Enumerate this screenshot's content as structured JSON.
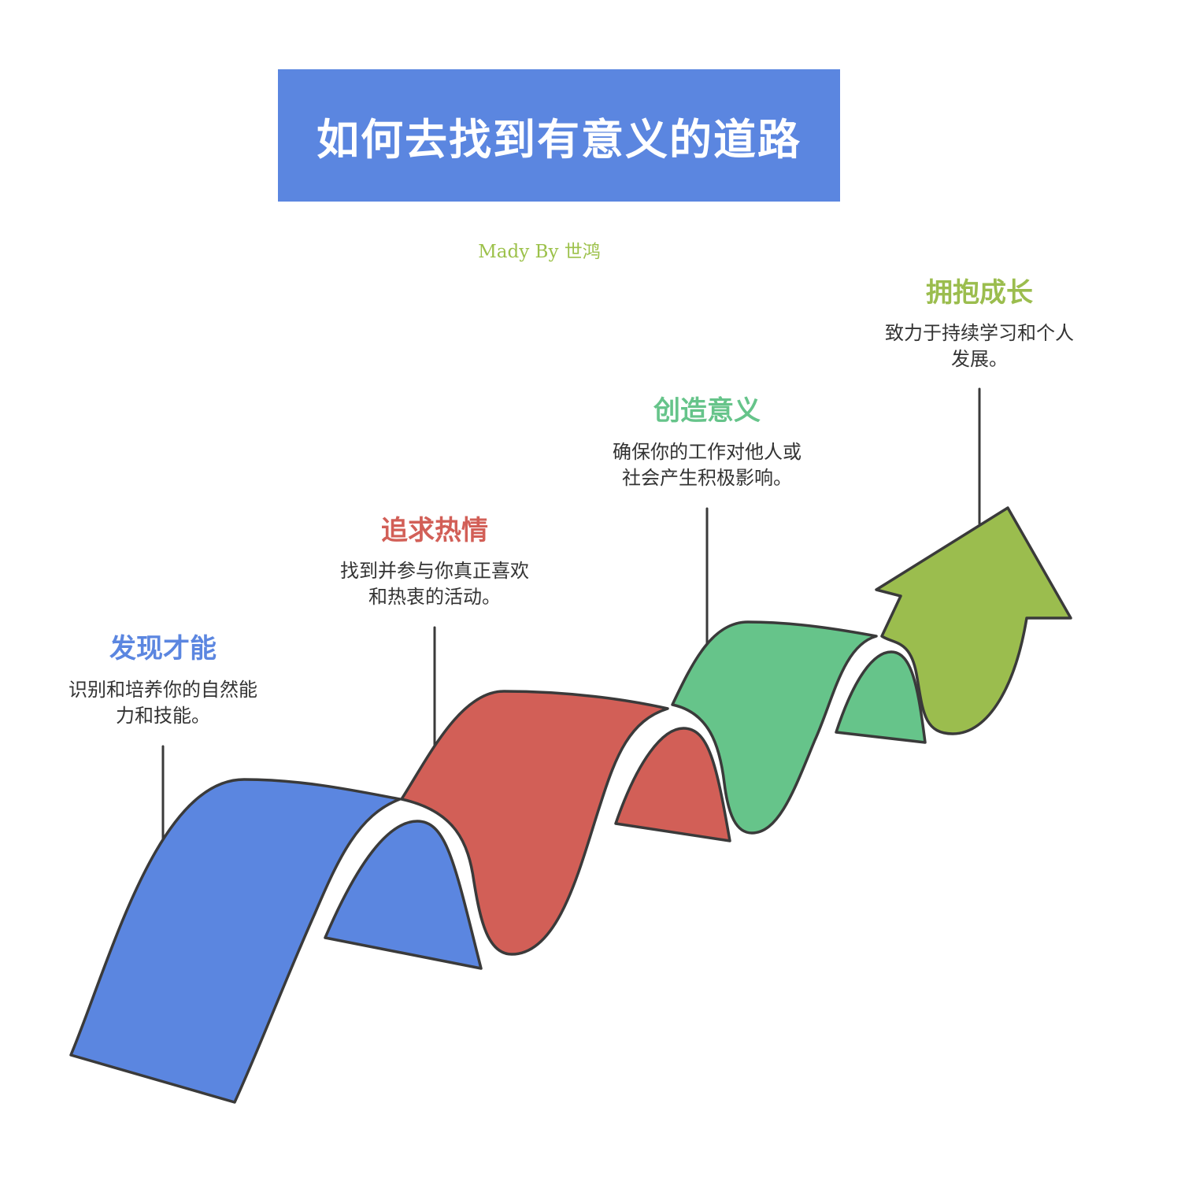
{
  "title": "如何去找到有意义的道路",
  "credit": "Mady By 世鸿",
  "colors": {
    "title_bg": "#5b86e0",
    "credit": "#9cc14a",
    "blue": "#5b86e0",
    "red": "#d25f57",
    "green": "#66c48a",
    "olive": "#9bbd4e",
    "outline": "#3a3a3a"
  },
  "stages": [
    {
      "title": "发现才能",
      "desc_line1": "识别和培养你的自然能",
      "desc_line2": "力和技能。"
    },
    {
      "title": "追求热情",
      "desc_line1": "找到并参与你真正喜欢",
      "desc_line2": "和热衷的活动。"
    },
    {
      "title": "创造意义",
      "desc_line1": "确保你的工作对他人或",
      "desc_line2": "社会产生积极影响。"
    },
    {
      "title": "拥抱成长",
      "desc_line1": "致力于持续学习和个人",
      "desc_line2": "发展。"
    }
  ]
}
